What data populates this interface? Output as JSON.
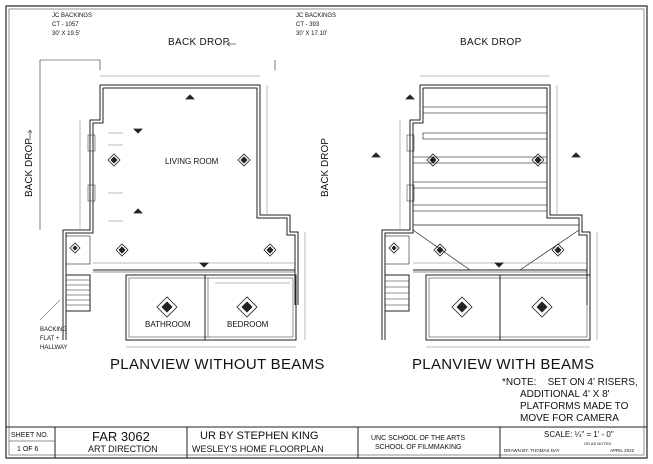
{
  "left_plan": {
    "jc_backings_line1": "JC BACKINGS",
    "jc_backings_line2": "CT - 1057",
    "jc_backings_line3": "30' X 19.5'",
    "top_backdrop": "BACK DROP",
    "right_jc_line1": "JC BACKINGS",
    "right_jc_line2": "CT - 393",
    "right_jc_line3": "30' X 17.10'",
    "side_backdrop": "BACK DROP",
    "living_room": "LIVING ROOM",
    "bathroom": "BATHROOM",
    "bedroom": "BEDROOM",
    "backing_line1": "BACKING",
    "backing_line2": "FLAT +",
    "backing_line3": "HALLWAY",
    "title": "PLANVIEW WITHOUT BEAMS"
  },
  "right_plan": {
    "top_backdrop": "BACK DROP",
    "side_backdrop": "BACK DROP",
    "title": "PLANVIEW WITH BEAMS"
  },
  "note": {
    "label": "*NOTE:",
    "line1": "SET ON 4' RISERS,",
    "line2": "ADDITIONAL 4' X 8'",
    "line3": "PLATFORMS MADE TO",
    "line4": "MOVE FOR CAMERA"
  },
  "title_block": {
    "sheet_no_label": "SHEET NO.",
    "sheet_no_value": "1 OF 6",
    "course": "FAR 3062",
    "course_sub": "ART DIRECTION",
    "production": "UR BY STEPHEN KING",
    "drawing": "WESLEY'S HOME FLOORPLAN",
    "school1": "UNC SCHOOL OF THE ARTS",
    "school2": "SCHOOL OF FILMMAKING",
    "scale": "SCALE: ¼\" = 1' - 0\"",
    "scale_note": "OR AS NOTED",
    "drawn_by": "DRAWN BY: THOMAS DAY",
    "date": "APRIL 2022"
  }
}
